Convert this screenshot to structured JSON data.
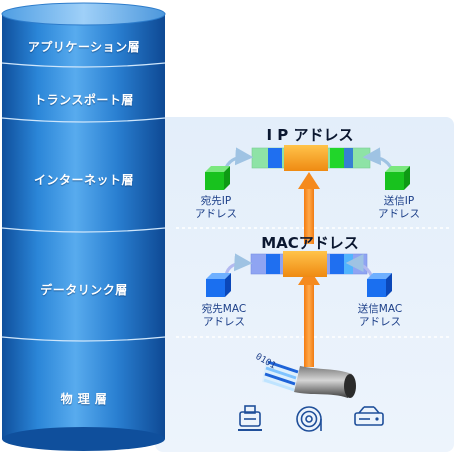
{
  "layers": [
    {
      "label": "アプリケーション層"
    },
    {
      "label": "トランスポート層"
    },
    {
      "label": "インターネット層"
    },
    {
      "label": "データリンク層"
    },
    {
      "label": "物 理 層"
    }
  ],
  "ip_section": {
    "title": "I P アドレス",
    "dest_caption": "宛先IP\nアドレス",
    "src_caption": "送信IP\nアドレス"
  },
  "mac_section": {
    "title": "MACアドレス",
    "dest_caption": "宛先MAC\nアドレス",
    "src_caption": "送信MAC\nアドレス"
  },
  "cable_bits": "0101",
  "physical_icons": [
    "ethernet-port-icon",
    "coiled-cable-icon",
    "network-device-icon"
  ],
  "colors": {
    "cylinder": "#2377c9",
    "panel": "#e6f0fa",
    "arrow": "#f08a1c",
    "ip_frame": "#8ee3a6",
    "mac_frame": "#8fa4f2",
    "payload": "#f7a21f",
    "blue_cube": "#1f6ff0",
    "green_cube": "#19c81e",
    "caption": "#1c3f88"
  }
}
